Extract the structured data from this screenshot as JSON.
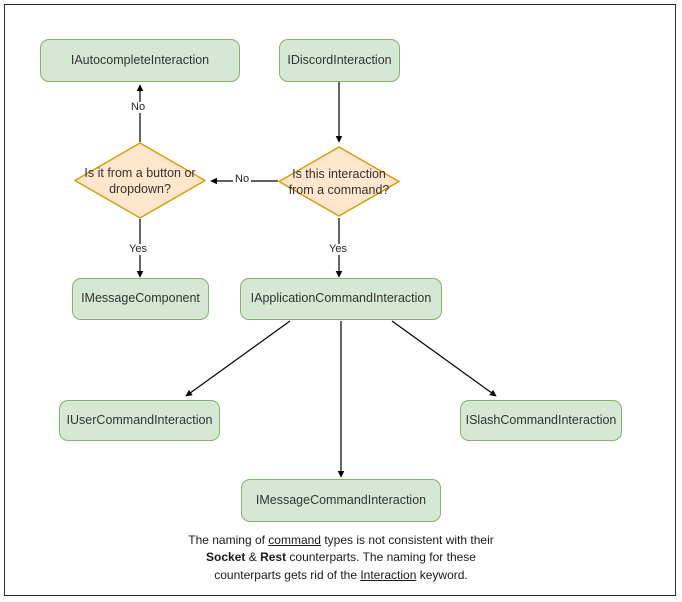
{
  "diagram": {
    "title": "Discord Interaction type hierarchy flowchart",
    "colors": {
      "box_fill": "#d5e8d4",
      "box_stroke": "#82b366",
      "diamond_fill": "#ffe6cc",
      "diamond_stroke": "#d79b00",
      "edge_stroke": "#000000",
      "frame_stroke": "#2b2b2b",
      "text": "#333333",
      "background": "#ffffff"
    },
    "nodes": {
      "autocomplete": {
        "label": "IAutocompleteInteraction",
        "shape": "box"
      },
      "discord": {
        "label": "IDiscordInteraction",
        "shape": "box"
      },
      "question_button": {
        "label": "Is it from a button or dropdown?",
        "shape": "diamond"
      },
      "question_command": {
        "label": "Is this interaction from a command?",
        "shape": "diamond"
      },
      "message_component": {
        "label": "IMessageComponent",
        "shape": "box"
      },
      "application_command": {
        "label": "IApplicationCommandInteraction",
        "shape": "box"
      },
      "user_command": {
        "label": "IUserCommandInteraction",
        "shape": "box"
      },
      "slash_command": {
        "label": "ISlashCommandInteraction",
        "shape": "box"
      },
      "message_command": {
        "label": "IMessageCommandInteraction",
        "shape": "box"
      }
    },
    "edge_labels": {
      "autocomplete_no": "No",
      "command_no": "No",
      "button_yes": "Yes",
      "command_yes": "Yes"
    },
    "caption": {
      "line1_a": "The naming of ",
      "line1_u": "command",
      "line1_b": " types is not consistent with their",
      "line2_b1": "Socket",
      "line2_amp": " & ",
      "line2_b2": "Rest",
      "line2_rest": " counterparts. The naming for these",
      "line3_a": "counterparts gets rid of the ",
      "line3_u": "Interaction",
      "line3_b": " keyword."
    }
  }
}
